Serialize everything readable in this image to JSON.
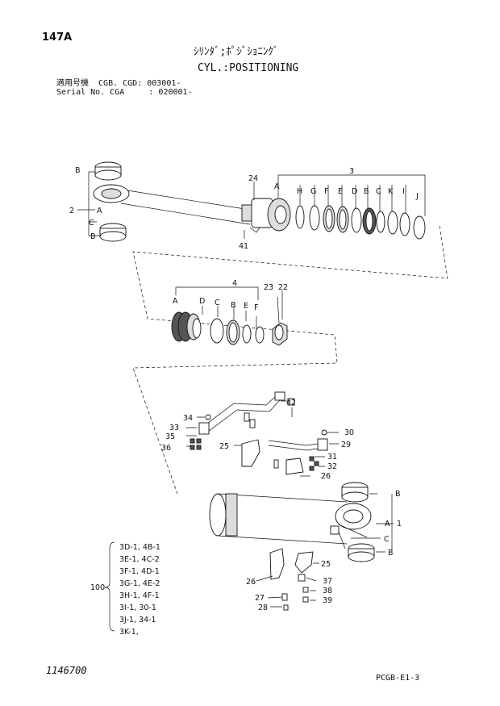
{
  "header": {
    "page_no": "147A",
    "title_jp": "ｼﾘﾝﾀﾞ;ﾎﾟｼﾞｼｮﾆﾝｸﾞ",
    "title_en": "CYL.:POSITIONING",
    "serial_line1": "適用号機  CGB. CGD: 003001-",
    "serial_line2": "Serial No. CGA     : 020001-"
  },
  "callouts": {
    "n1": "1",
    "n2": "2",
    "n3": "3",
    "n4": "4",
    "n22": "22",
    "n23": "23",
    "n24": "24",
    "n25a": "25",
    "n25b": "25",
    "n26a": "26",
    "n26b": "26",
    "n27": "27",
    "n28": "28",
    "n29": "29",
    "n30": "30",
    "n31": "31",
    "n32": "32",
    "n33": "33",
    "n34": "34",
    "n35": "35",
    "n36": "36",
    "n37": "37",
    "n38": "38",
    "n39": "39",
    "n41": "41",
    "n42": "42",
    "n100": "100",
    "A1": "A",
    "B1": "B",
    "B2": "B",
    "C1": "C",
    "A3": "A",
    "H3": "H",
    "G3": "G",
    "F3": "F",
    "E3": "E",
    "D3": "D",
    "B3": "B",
    "C3": "C",
    "K3": "K",
    "I3": "I",
    "J3": "J",
    "A4": "A",
    "D4": "D",
    "C4": "C",
    "B4": "B",
    "E4": "E",
    "F4": "F",
    "A5": "A",
    "B5": "B",
    "B6": "B",
    "C5": "C"
  },
  "kit_list": [
    "3D-1, 4B-1",
    "3E-1, 4C-2",
    "3F-1, 4D-1",
    "3G-1, 4E-2",
    "3H-1, 4F-1",
    "3I-1, 30-1",
    "3J-1, 34-1",
    "3K-1,"
  ],
  "footer": {
    "left_code": "1146700",
    "right_code": "PCGB-E1-3"
  }
}
